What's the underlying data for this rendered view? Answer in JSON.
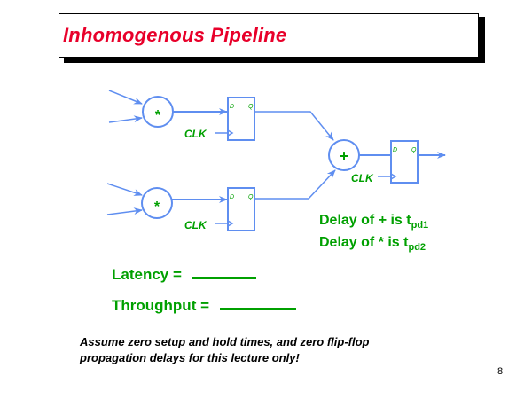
{
  "slide": {
    "title": "Inhomogenous Pipeline",
    "page_number": "8"
  },
  "diagram": {
    "operators": {
      "mult_top": "*",
      "mult_bottom": "*",
      "add": "+"
    },
    "clock_label": "CLK",
    "register_pins": {
      "d": "D",
      "q": "Q"
    },
    "colors": {
      "wire": "#5f8ef0",
      "label": "#00a000"
    }
  },
  "delays": {
    "line1_prefix": "Delay of + is t",
    "line1_sub": "pd1",
    "line2_prefix": "Delay of * is t",
    "line2_sub": "pd2"
  },
  "metrics": {
    "latency_label": "Latency =",
    "throughput_label": "Throughput ="
  },
  "note": {
    "line1": "Assume zero setup and hold times, and zero flip-flop",
    "line2": "propagation delays for this lecture only!"
  },
  "colors": {
    "title": "#e8002a",
    "text_green": "#00a000"
  }
}
